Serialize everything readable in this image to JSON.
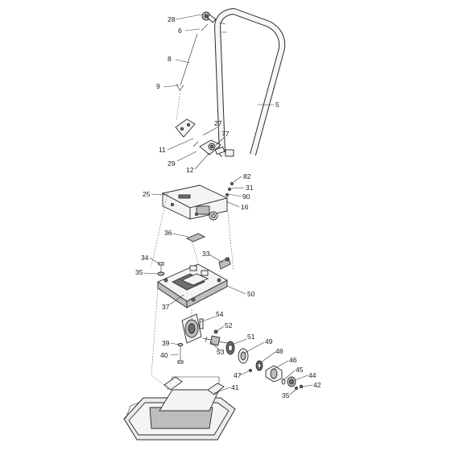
{
  "callouts": [
    {
      "id": "28",
      "text": "28"
    },
    {
      "id": "6",
      "text": "6"
    },
    {
      "id": "8",
      "text": "8"
    },
    {
      "id": "9",
      "text": "9"
    },
    {
      "id": "5",
      "text": "5"
    },
    {
      "id": "27",
      "text": "27"
    },
    {
      "id": "77",
      "text": "77"
    },
    {
      "id": "11",
      "text": "11"
    },
    {
      "id": "29",
      "text": "29"
    },
    {
      "id": "12",
      "text": "12"
    },
    {
      "id": "82",
      "text": "82"
    },
    {
      "id": "31",
      "text": "31"
    },
    {
      "id": "90",
      "text": "90"
    },
    {
      "id": "16",
      "text": "16"
    },
    {
      "id": "25",
      "text": "25"
    },
    {
      "id": "36",
      "text": "36"
    },
    {
      "id": "34",
      "text": "34"
    },
    {
      "id": "33",
      "text": "33"
    },
    {
      "id": "35a",
      "text": "35"
    },
    {
      "id": "50",
      "text": "50"
    },
    {
      "id": "37",
      "text": "37"
    },
    {
      "id": "54",
      "text": "54"
    },
    {
      "id": "52",
      "text": "52"
    },
    {
      "id": "51",
      "text": "51"
    },
    {
      "id": "49",
      "text": "49"
    },
    {
      "id": "39",
      "text": "39"
    },
    {
      "id": "48",
      "text": "48"
    },
    {
      "id": "53",
      "text": "53"
    },
    {
      "id": "40",
      "text": "40"
    },
    {
      "id": "46",
      "text": "46"
    },
    {
      "id": "47",
      "text": "47"
    },
    {
      "id": "45",
      "text": "45"
    },
    {
      "id": "44",
      "text": "44"
    },
    {
      "id": "41",
      "text": "41"
    },
    {
      "id": "42",
      "text": "42"
    },
    {
      "id": "35b",
      "text": "35"
    }
  ]
}
